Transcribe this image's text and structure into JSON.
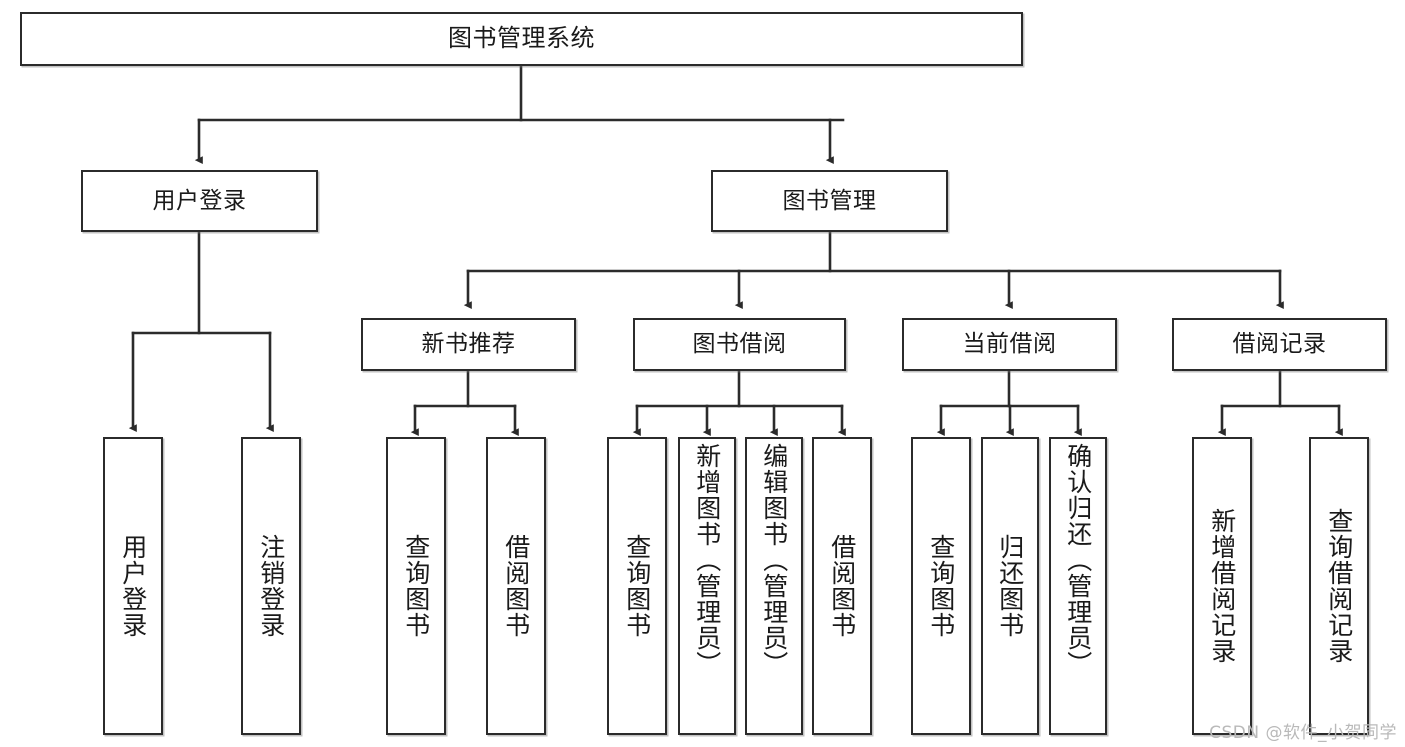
{
  "diagram": {
    "title": "图书管理系统",
    "type": "hierarchy-tree",
    "watermark": "CSDN @软件_小贺同学",
    "colors": {
      "border": "#2b2b2b",
      "background": "#ffffff",
      "text": "#1a1a1a",
      "connector": "#2b2b2b",
      "watermark": "#b9b9b9"
    },
    "root": {
      "label": "图书管理系统"
    },
    "tier1": [
      {
        "label": "用户登录"
      },
      {
        "label": "图书管理"
      }
    ],
    "tier2": [
      {
        "label": "新书推荐"
      },
      {
        "label": "图书借阅"
      },
      {
        "label": "当前借阅"
      },
      {
        "label": "借阅记录"
      }
    ],
    "leaves": {
      "user_login": [
        {
          "label": "用户登录"
        },
        {
          "label": "注销登录"
        }
      ],
      "new_book_recommend": [
        {
          "label": "查询图书"
        },
        {
          "label": "借阅图书"
        }
      ],
      "book_borrow": [
        {
          "label": "查询图书"
        },
        {
          "label": "新增图书（管理员）"
        },
        {
          "label": "编辑图书（管理员）"
        },
        {
          "label": "借阅图书"
        }
      ],
      "current_borrow": [
        {
          "label": "查询图书"
        },
        {
          "label": "归还图书"
        },
        {
          "label": "确认归还（管理员）"
        }
      ],
      "borrow_record": [
        {
          "label": "新增借阅记录"
        },
        {
          "label": "查询借阅记录"
        }
      ]
    }
  }
}
